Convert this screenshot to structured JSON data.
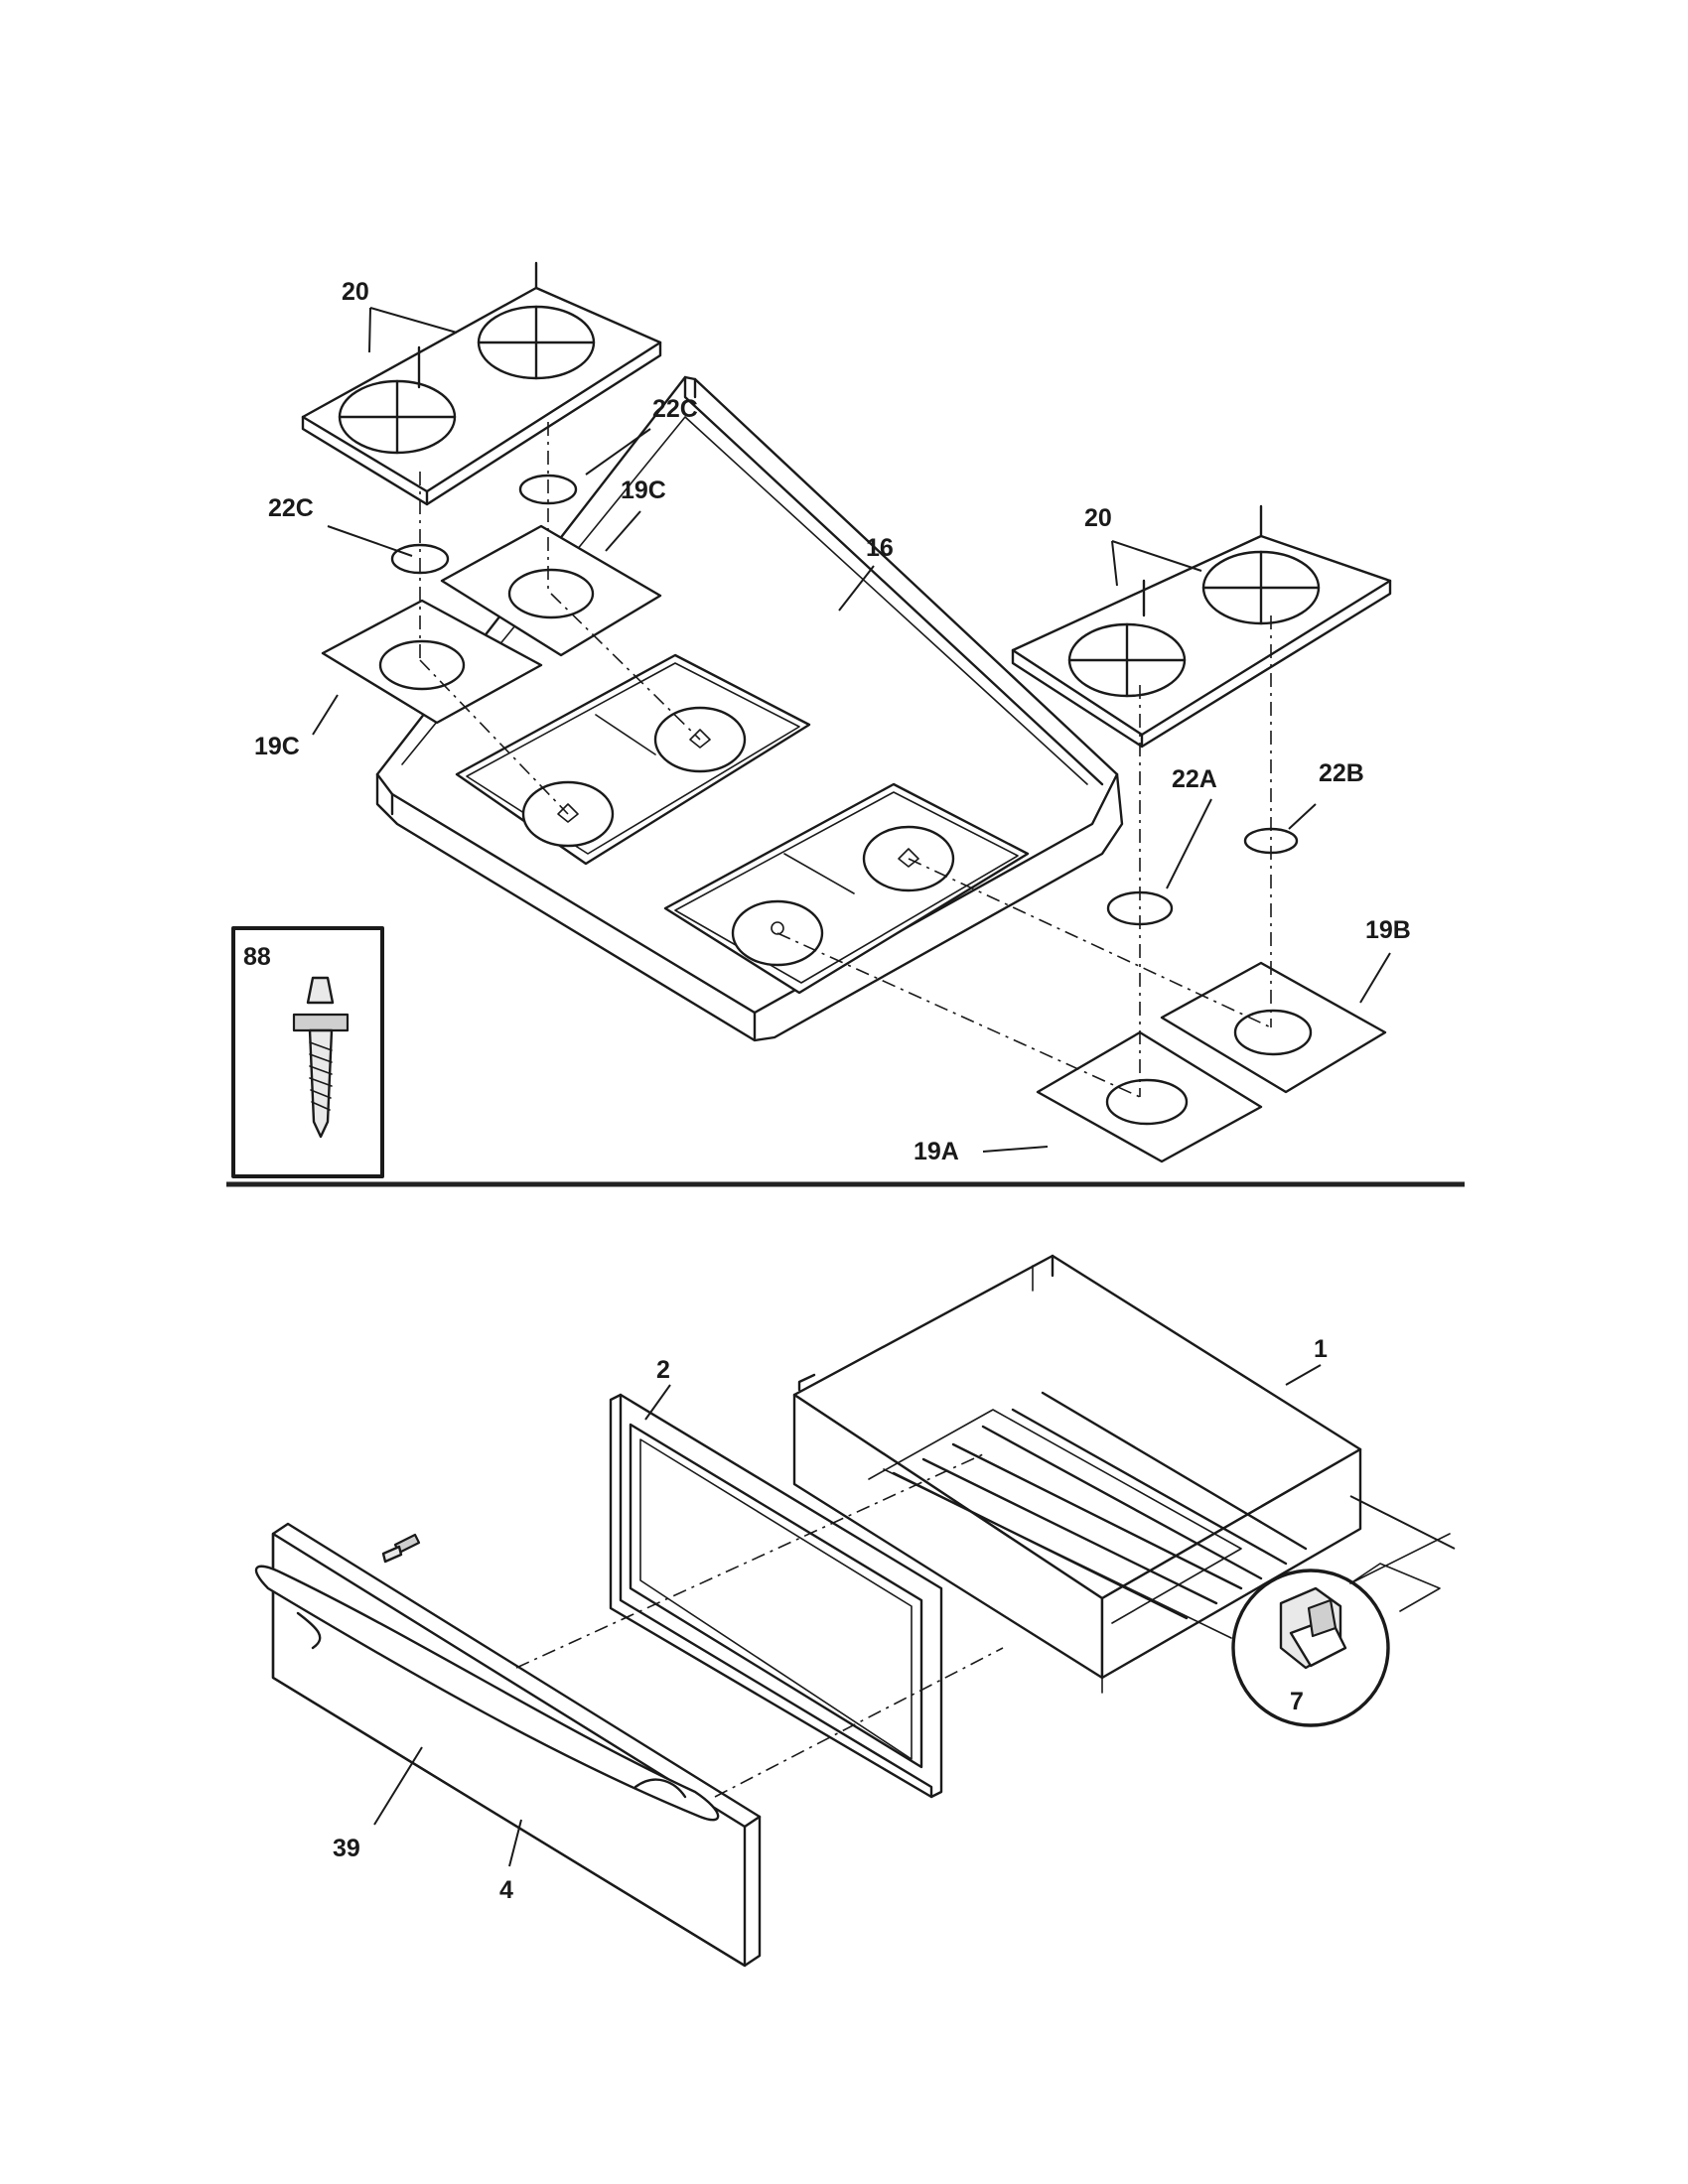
{
  "callouts": {
    "c20_left": "20",
    "c22c_upper": "22C",
    "c22c_left": "22C",
    "c19c_upper": "19C",
    "c16": "16",
    "c20_right": "20",
    "c19c_lower": "19C",
    "c22a": "22A",
    "c22b": "22B",
    "c88": "88",
    "c19b": "19B",
    "c19a": "19A",
    "c1": "1",
    "c2": "2",
    "c7": "7",
    "c39": "39",
    "c4": "4"
  }
}
